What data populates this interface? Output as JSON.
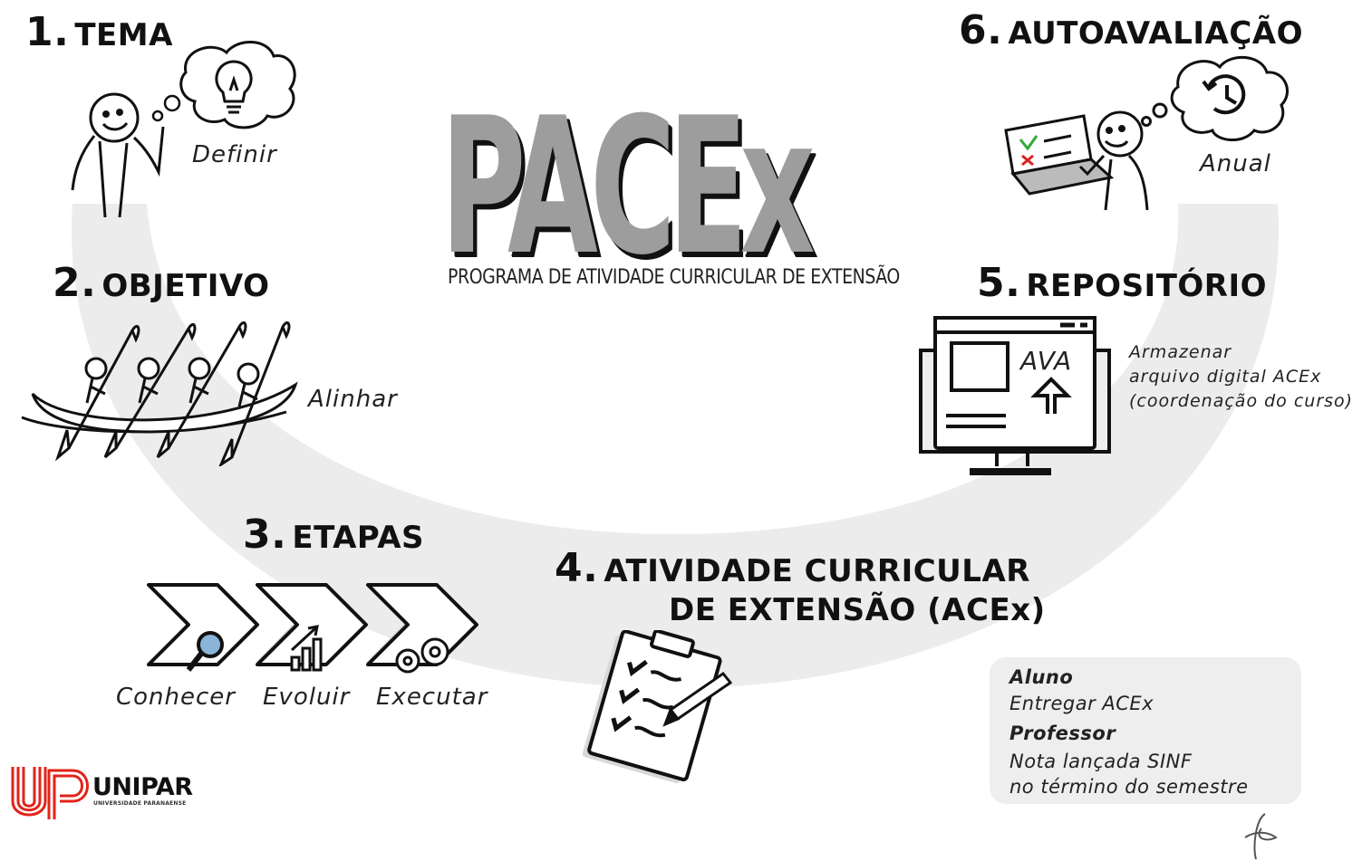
{
  "title": {
    "main": "PACEx",
    "subtitle": "PROGRAMA DE ATIVIDADE CURRICULAR DE EXTENSÃO"
  },
  "steps": [
    {
      "number": "1.",
      "label": "TEMA",
      "caption": "Definir"
    },
    {
      "number": "2.",
      "label": "OBJETIVO",
      "caption": "Alinhar"
    },
    {
      "number": "3.",
      "label": "ETAPAS",
      "captions": [
        "Conhecer",
        "Evoluir",
        "Executar"
      ]
    },
    {
      "number": "4.",
      "label_line1": "ATIVIDADE CURRICULAR",
      "label_line2": "DE EXTENSÃO (ACEx)"
    },
    {
      "number": "5.",
      "label": "REPOSITÓRIO",
      "screen_label": "AVA",
      "note": [
        "Armazenar",
        "arquivo digital ACEx",
        "(coordenação do curso)"
      ]
    },
    {
      "number": "6.",
      "label": "AUTOAVALIAÇÃO",
      "caption": "Anual"
    }
  ],
  "card": {
    "aluno_label": "Aluno",
    "aluno_text": "Entregar ACEx",
    "professor_label": "Professor",
    "professor_text_1": "Nota lançada SINF",
    "professor_text_2": "no término do semestre"
  },
  "logo": {
    "name": "UNIPAR",
    "sub": "UNIVERSIDADE PARANAENSE"
  },
  "colors": {
    "arc": "#ececec",
    "title_fill": "#9d9d9d",
    "logo_red": "#e2231a",
    "ink": "#111111"
  },
  "icons": [
    "lightbulb-icon",
    "thought-cloud-icon",
    "person-icon",
    "rowing-team-icon",
    "chevron-icon",
    "magnifier-icon",
    "growth-chart-icon",
    "gears-icon",
    "clipboard-checklist-icon",
    "pencil-icon",
    "monitor-icon",
    "upload-arrow-icon",
    "laptop-icon",
    "clock-history-icon",
    "signature-icon"
  ]
}
